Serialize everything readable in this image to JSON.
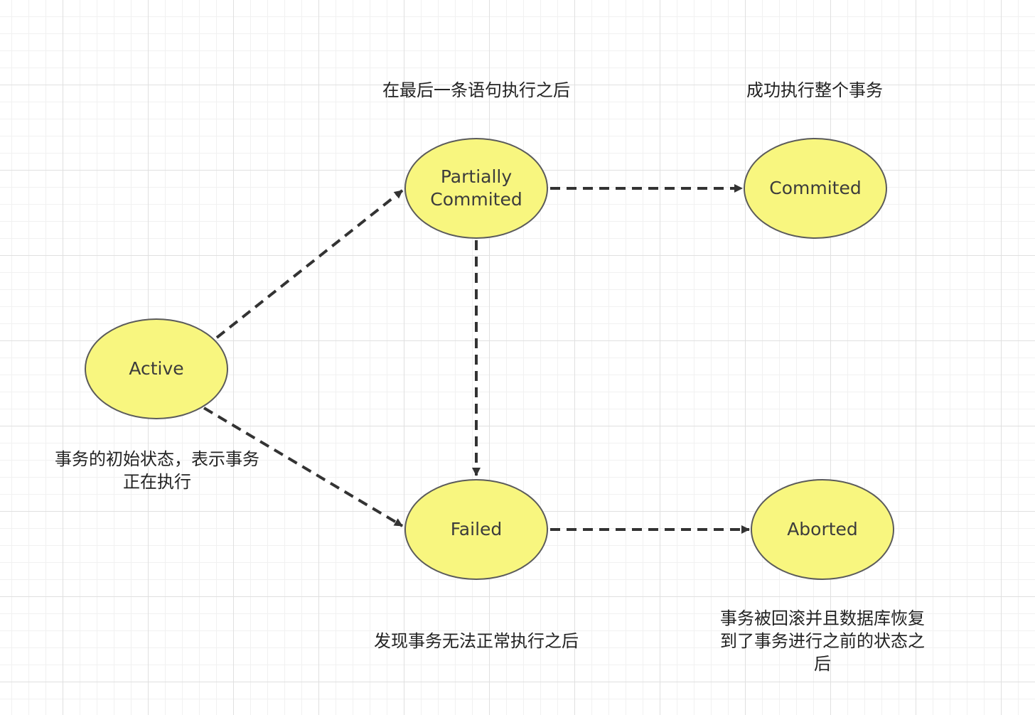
{
  "nodes": {
    "active": "Active",
    "partially_commited": "Partially\nCommited",
    "commited": "Commited",
    "failed": "Failed",
    "aborted": "Aborted"
  },
  "captions": {
    "partially_commited": "在最后一条语句执行之后",
    "commited": "成功执行整个事务",
    "active_lines": [
      "事务的初始状态，表示事务",
      "正在执行"
    ],
    "failed": "发现事务无法正常执行之后",
    "aborted_lines": [
      "事务被回滚并且数据库恢复",
      "到了事务进行之前的状态之",
      "后"
    ]
  },
  "edges": [
    {
      "from": "active",
      "to": "partially_commited",
      "style": "dashed"
    },
    {
      "from": "active",
      "to": "failed",
      "style": "dashed"
    },
    {
      "from": "partially_commited",
      "to": "commited",
      "style": "dashed"
    },
    {
      "from": "partially_commited",
      "to": "failed",
      "style": "dashed"
    },
    {
      "from": "failed",
      "to": "aborted",
      "style": "dashed"
    }
  ],
  "colors": {
    "node_fill": "#f8f67f",
    "node_border": "#5b5b5b",
    "edge": "#333333",
    "grid": "#e0e0e0"
  }
}
